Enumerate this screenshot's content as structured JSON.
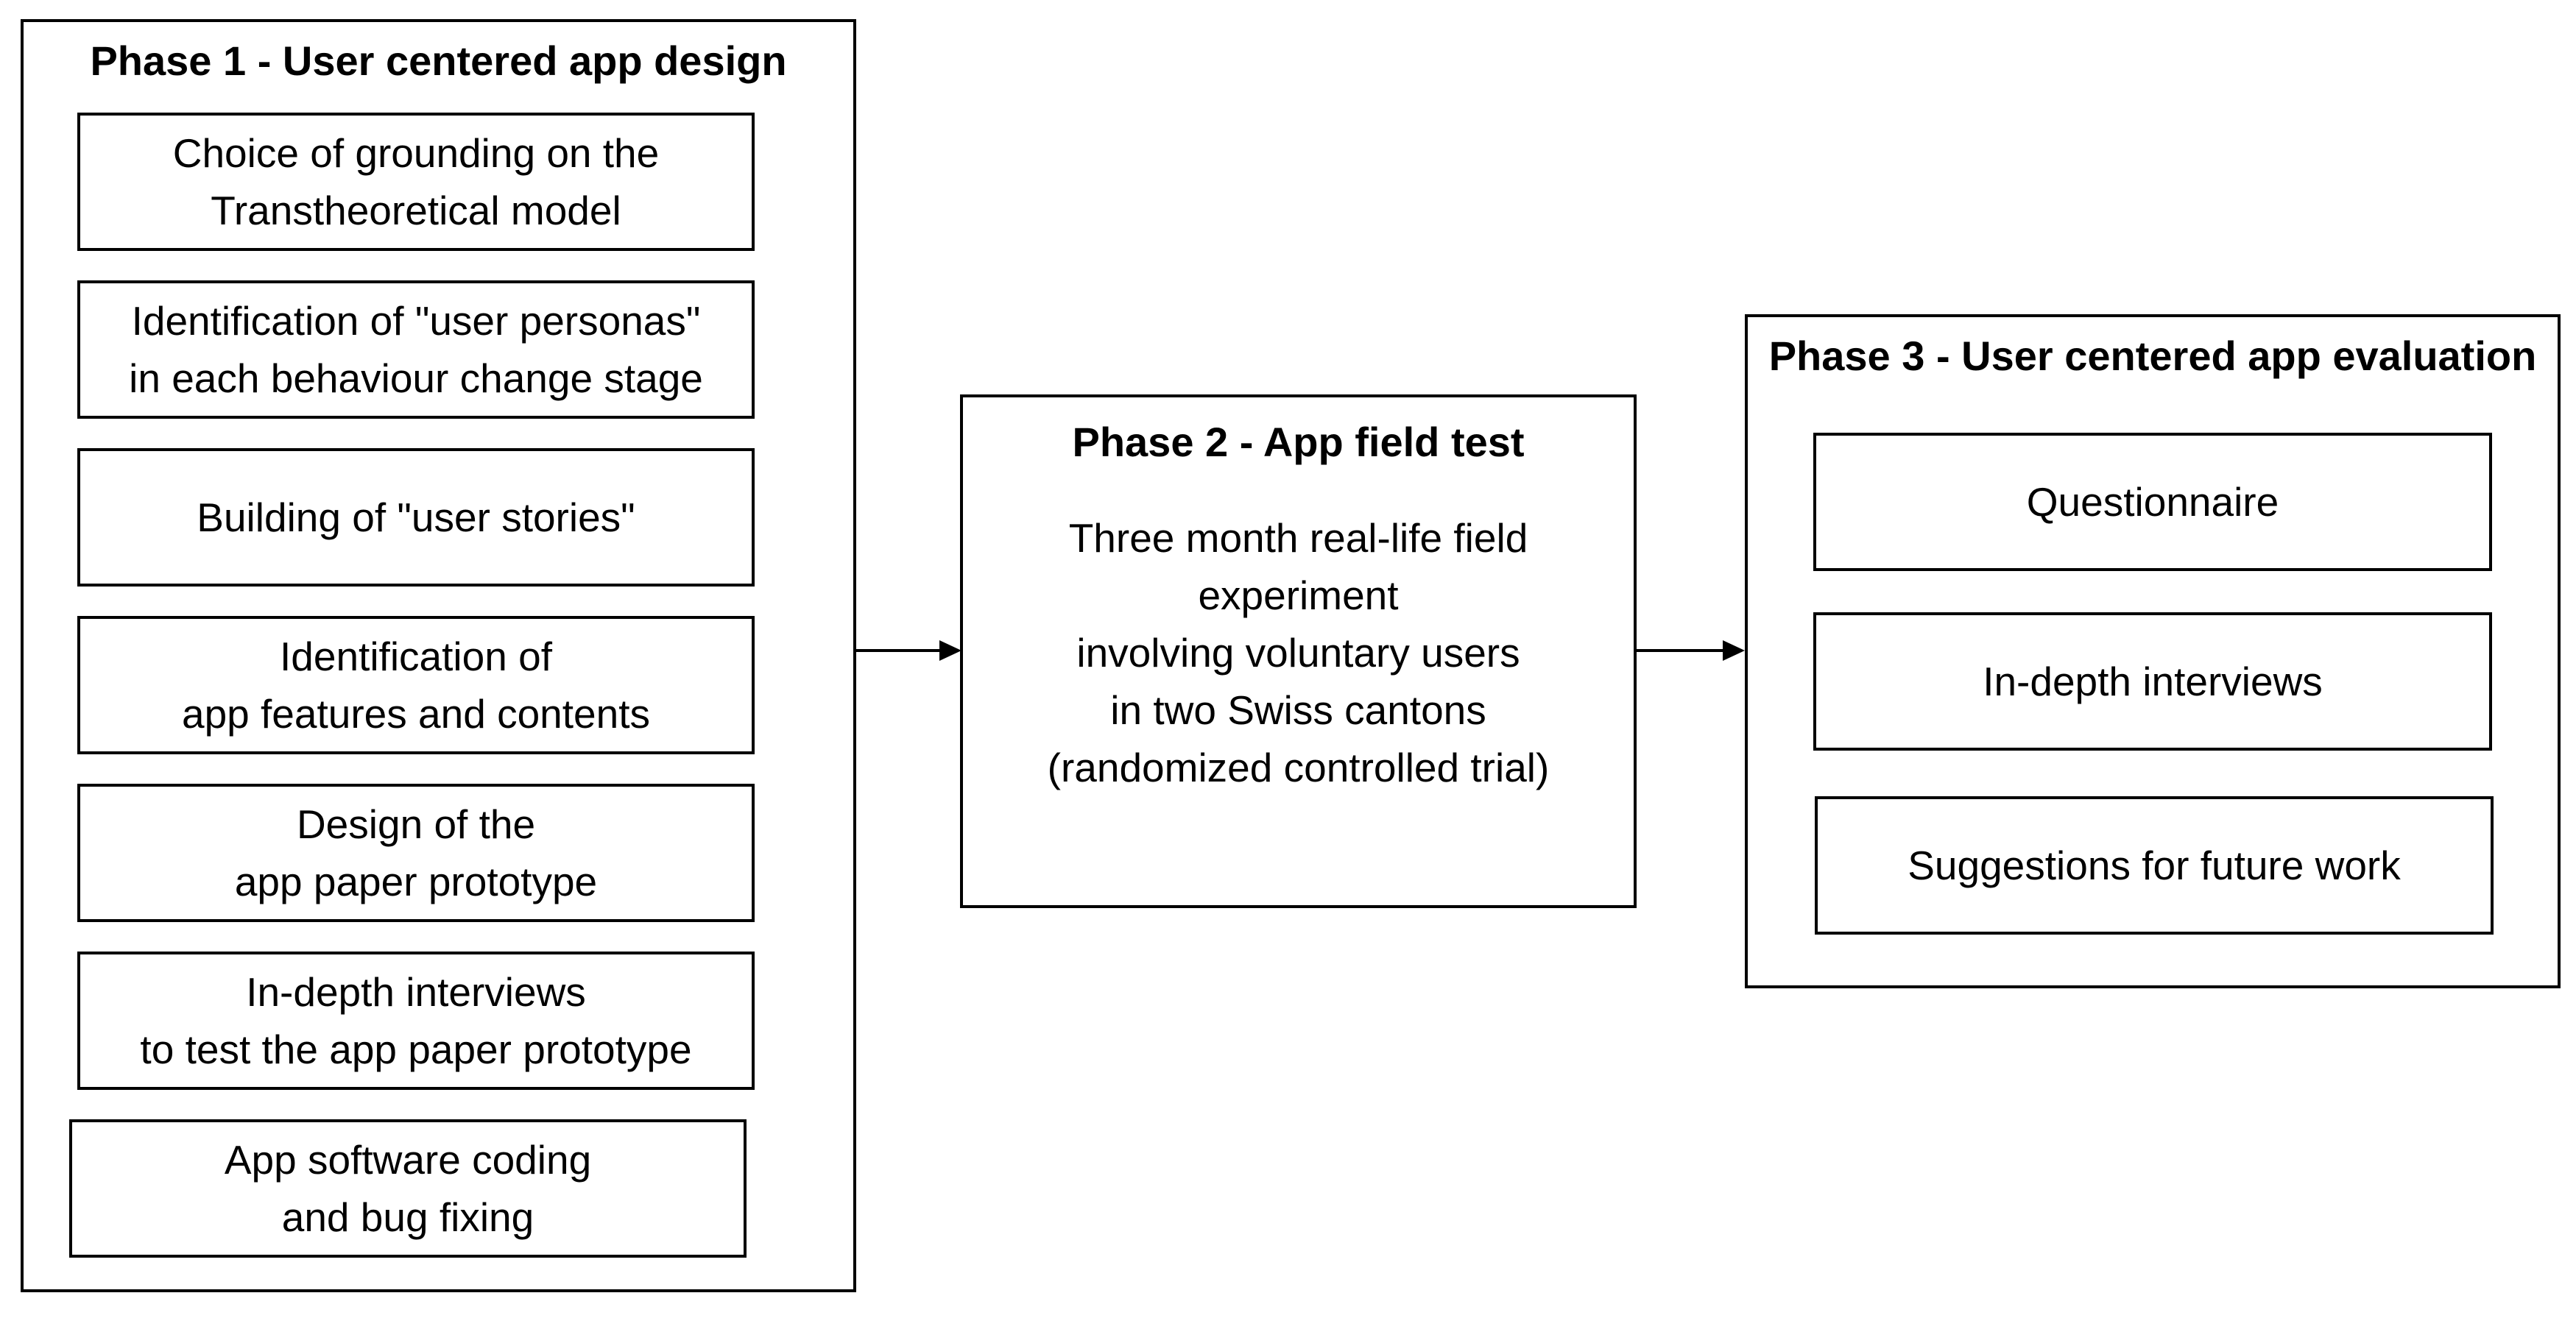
{
  "phase1": {
    "title": "Phase 1 - User centered app design",
    "steps": [
      {
        "line1": "Choice of grounding on the",
        "line2": "Transtheoretical  model"
      },
      {
        "line1": "Identification  of \"user personas\"",
        "line2": "in each behaviour change stage"
      },
      {
        "line1": "Building of \"user stories\""
      },
      {
        "line1": "Identification  of",
        "line2": "app features and contents"
      },
      {
        "line1": "Design of the",
        "line2": "app paper prototype"
      },
      {
        "line1": "In-depth interviews",
        "line2": "to test the app paper prototype"
      },
      {
        "line1": "App software coding",
        "line2": "and bug fixing"
      }
    ]
  },
  "phase2": {
    "title": "Phase 2 - App  field test",
    "lines": [
      "Three month real-life field",
      "experiment",
      "involving voluntary users",
      "in two Swiss cantons",
      "(randomized controlled trial)"
    ]
  },
  "phase3": {
    "title": "Phase 3 - User centered app  evaluation",
    "items": [
      "Questionnaire",
      "In-depth interviews",
      "Suggestions for future work"
    ]
  },
  "colors": {
    "stroke": "#000000",
    "background": "#ffffff"
  }
}
